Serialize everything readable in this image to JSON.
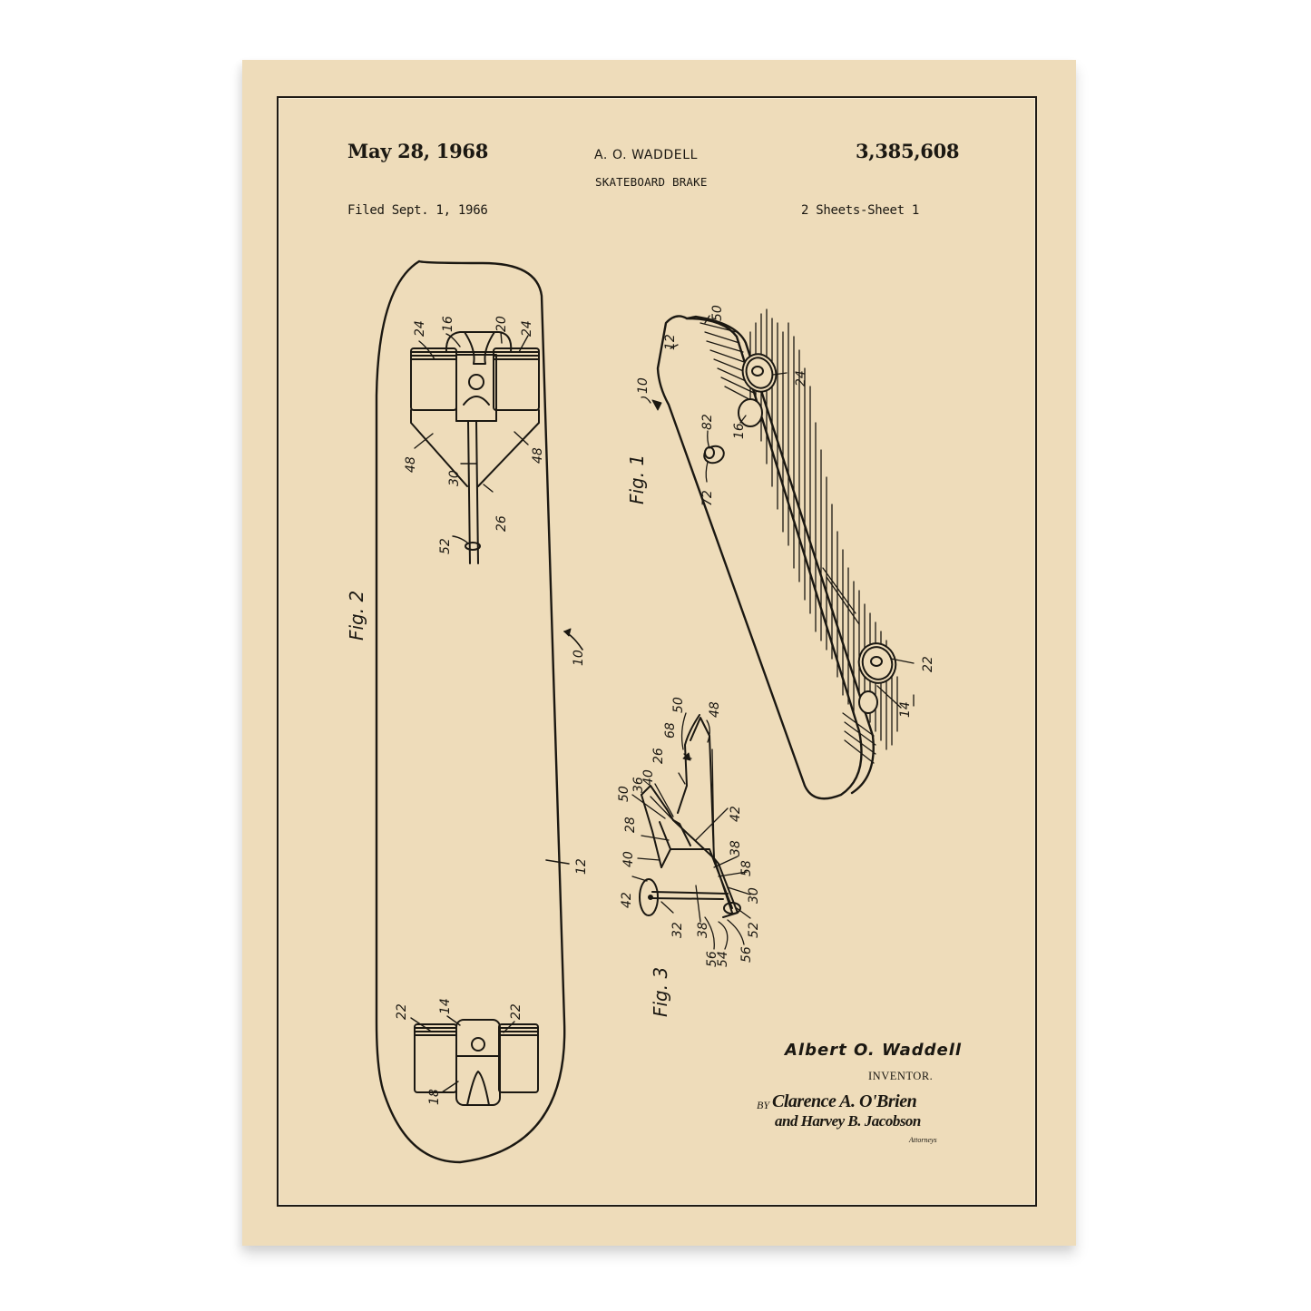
{
  "header": {
    "date": "May 28, 1968",
    "inventor_short": "A. O. WADDELL",
    "patent_number": "3,385,608",
    "title": "SKATEBOARD BRAKE",
    "filed": "Filed Sept. 1, 1966",
    "sheets": "2 Sheets-Sheet 1"
  },
  "figures": {
    "fig1": {
      "label": "Fig. 1",
      "refs": [
        "10",
        "12",
        "50",
        "24",
        "82",
        "16",
        "72",
        "22",
        "14"
      ]
    },
    "fig2": {
      "label": "Fig. 2",
      "refs": [
        "24",
        "16",
        "20",
        "24",
        "48",
        "30",
        "48",
        "52",
        "26",
        "10",
        "12",
        "22",
        "14",
        "22",
        "18"
      ]
    },
    "fig3": {
      "label": "Fig. 3",
      "refs": [
        "50",
        "48",
        "68",
        "26",
        "40",
        "36",
        "50",
        "42",
        "28",
        "38",
        "58",
        "40",
        "30",
        "42",
        "52",
        "32",
        "38",
        "56",
        "54",
        "56"
      ]
    }
  },
  "signature": {
    "inventor_name": "Albert O. Waddell",
    "inventor_role": "INVENTOR.",
    "by": "BY",
    "attorney_line1": "Clarence A. O'Brien",
    "attorney_line2": "and Harvey B. Jacobson",
    "attorneys_label": "Attorneys"
  },
  "colors": {
    "paper": "#EEDCBA",
    "ink": "#1b1812",
    "background": "#FFFFFF"
  }
}
